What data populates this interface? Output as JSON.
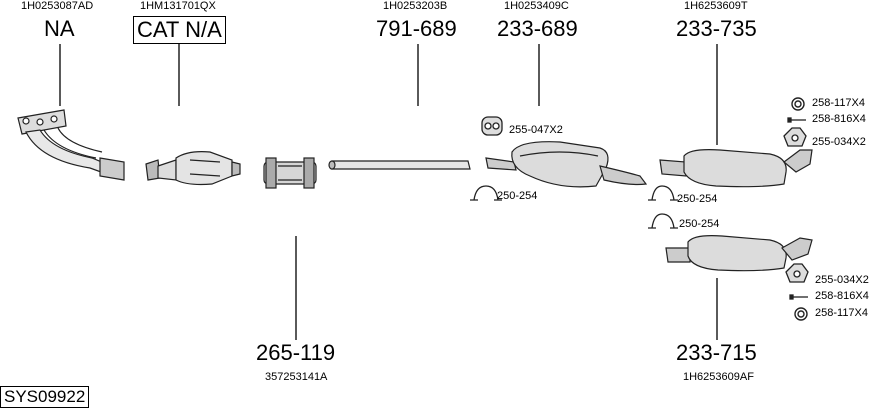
{
  "parts": {
    "manifold": {
      "oem": "1H0253087AD",
      "number": "NA"
    },
    "catalyst": {
      "oem": "1HM131701QX",
      "number": "CAT N/A"
    },
    "pipe": {
      "oem": "1H0253203B",
      "number": "791-689"
    },
    "front_silencer": {
      "oem": "1H0253409C",
      "number": "233-689"
    },
    "rear_silencer_upper": {
      "oem": "1H6253609T",
      "number": "233-735"
    },
    "clamp": {
      "oem": "357253141A",
      "number": "265-119"
    },
    "rear_silencer_lower": {
      "oem": "1H6253609AF",
      "number": "233-715"
    }
  },
  "accessories": {
    "mount_front": "255-047X2",
    "clamp_front": "250-254",
    "clamp_mid": "250-254",
    "clamp_lower": "250-254",
    "ring_upper": "258-117X4",
    "bolt_upper": "258-816X4",
    "bracket_upper": "255-034X2",
    "bracket_lower": "255-034X2",
    "bolt_lower": "258-816X4",
    "ring_lower": "258-117X4"
  },
  "kit_id": "SYS09922"
}
